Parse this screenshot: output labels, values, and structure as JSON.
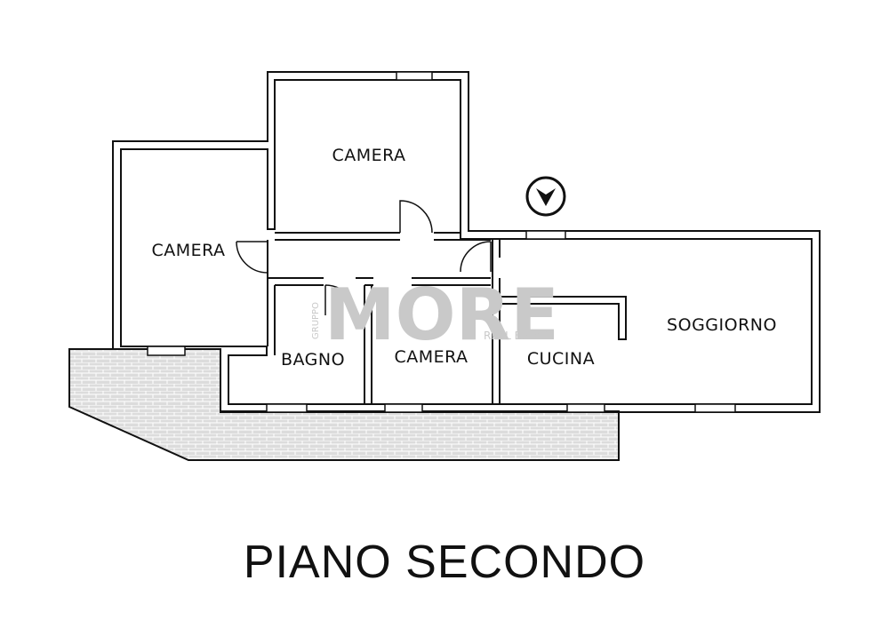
{
  "plan": {
    "title": "PIANO SECONDO",
    "rooms": {
      "camera_top": "CAMERA",
      "camera_left": "CAMERA",
      "bagno": "BAGNO",
      "camera_mid": "CAMERA",
      "cucina": "CUCINA",
      "soggiorno": "SOGGIORNO"
    },
    "watermark": {
      "brand": "MORE",
      "sub": "REAL ESTATE",
      "prefix": "GRUPPO"
    },
    "entrance_icon": "entrance-arrow-icon",
    "colors": {
      "wall": "#111111",
      "terrace": "#d8d8d8",
      "watermark": "#c9c9c9"
    }
  }
}
